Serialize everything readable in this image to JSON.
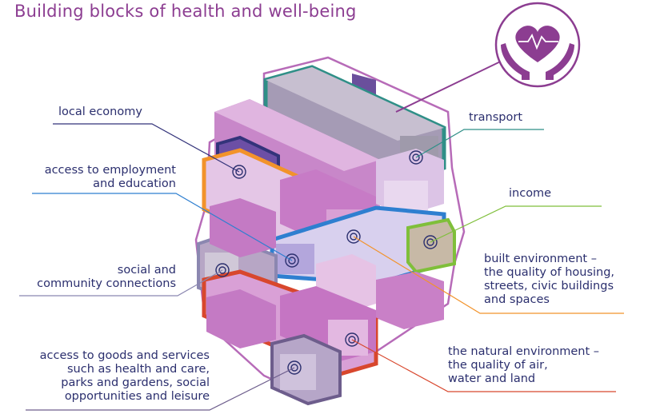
{
  "title": "Building blocks of health and well-being",
  "icon": "heart-in-hands-icon",
  "colors": {
    "title": "#8c3d91",
    "text": "#2b2f6e",
    "local_economy": "#33337a",
    "transport": "#2f8f87",
    "employment": "#f2932b",
    "income": "#7fbf3a",
    "social": "#8b87b0",
    "built_environment": "#2e7fd0",
    "goods_services": "#6d5d8c",
    "natural_environment": "#d8472d"
  },
  "labels": {
    "local_economy": [
      "local economy"
    ],
    "transport": [
      "transport"
    ],
    "employment": [
      "access to employment",
      "and education"
    ],
    "income": [
      "income"
    ],
    "social": [
      "social and",
      "community connections"
    ],
    "built_environment": [
      "built environment –",
      "the quality of housing,",
      "streets, civic buildings",
      "and spaces"
    ],
    "goods_services": [
      "access to goods and services",
      "such as health and care,",
      "parks and gardens, social",
      "opportunities and leisure"
    ],
    "natural_environment": [
      "the natural environment –",
      "the quality of air,",
      "water and land"
    ]
  }
}
